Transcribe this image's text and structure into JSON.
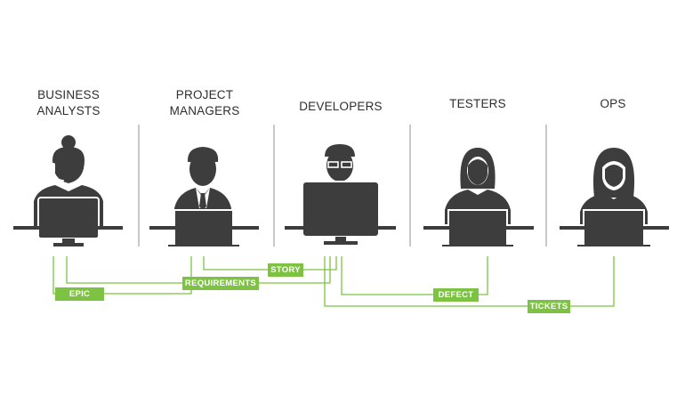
{
  "roles": [
    {
      "id": "business-analysts",
      "title_lines": [
        "BUSINESS",
        "ANALYSTS"
      ]
    },
    {
      "id": "project-managers",
      "title_lines": [
        "PROJECT",
        "MANAGERS"
      ]
    },
    {
      "id": "developers",
      "title_lines": [
        "DEVELOPERS"
      ]
    },
    {
      "id": "testers",
      "title_lines": [
        "TESTERS"
      ]
    },
    {
      "id": "ops",
      "title_lines": [
        "OPS"
      ]
    }
  ],
  "flows": [
    {
      "label": "STORY",
      "from": "project-managers",
      "to": "developers"
    },
    {
      "label": "REQUIREMENTS",
      "from": "business-analysts",
      "to": "developers"
    },
    {
      "label": "EPIC",
      "from": "business-analysts",
      "to": "project-managers"
    },
    {
      "label": "DEFECT",
      "from": "developers",
      "to": "testers"
    },
    {
      "label": "TICKETS",
      "from": "developers",
      "to": "ops"
    }
  ],
  "colors": {
    "accent": "#7dc242",
    "figure": "#3d3d3d",
    "divider": "#c8c8c8",
    "text": "#2e2e2e"
  },
  "icons": [
    "headset-woman-icon",
    "businessman-icon",
    "developer-glasses-icon",
    "woman-icon",
    "woman-long-hair-icon",
    "laptop-icon",
    "monitor-icon"
  ]
}
